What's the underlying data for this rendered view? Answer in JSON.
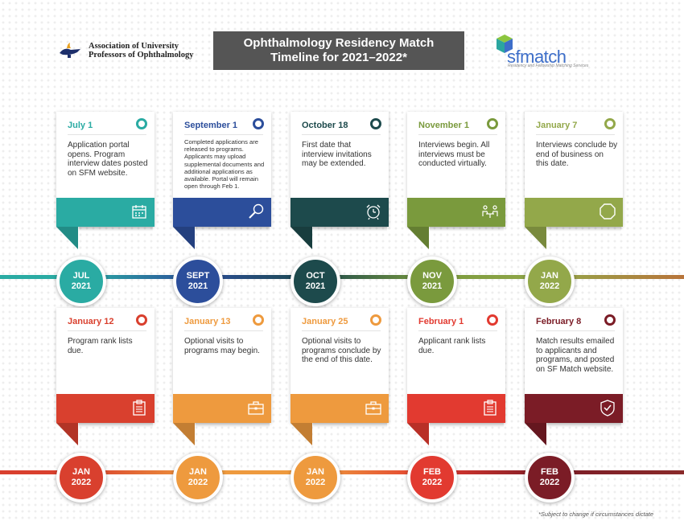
{
  "header": {
    "org_line1": "Association of University",
    "org_line2": "Professors of Ophthalmology",
    "title_line1": "Ophthalmology Residency Match",
    "title_line2": "Timeline for 2021–2022*",
    "sf_word": "sfmatch",
    "sf_tag": "Residency and Fellowship Matching Services"
  },
  "row1": [
    {
      "date": "July 1",
      "desc": "Application portal opens. Program interview dates posted on SFM website.",
      "month": "JUL",
      "year": "2021",
      "color": "#2aaba3",
      "icon": "calendar-icon",
      "small": false
    },
    {
      "date": "September 1",
      "desc": "Completed applications are released to programs. Applicants may upload supplemental documents and additional applications as available. Portal will remain open through Feb 1.",
      "month": "SEPT",
      "year": "2021",
      "color": "#2c4e9b",
      "icon": "search-icon",
      "small": true
    },
    {
      "date": "October 18",
      "desc": "First date that interview invitations may be extended.",
      "month": "OCT",
      "year": "2021",
      "color": "#1d4a4c",
      "icon": "alarm-clock-icon",
      "small": false
    },
    {
      "date": "November 1",
      "desc": "Interviews begin. All interviews must be conducted virtually.",
      "month": "NOV",
      "year": "2021",
      "color": "#7a9a3d",
      "icon": "interview-icon",
      "small": false
    },
    {
      "date": "January 7",
      "desc": "Interviews conclude by end of business on this date.",
      "month": "JAN",
      "year": "2022",
      "color": "#93a84a",
      "icon": "octagon-icon",
      "small": false
    }
  ],
  "row2": [
    {
      "date": "January 12",
      "desc": "Program rank lists due.",
      "month": "JAN",
      "year": "2022",
      "color": "#d9402e",
      "icon": "clipboard-icon",
      "small": false
    },
    {
      "date": "January 13",
      "desc": "Optional visits to programs may begin.",
      "month": "JAN",
      "year": "2022",
      "color": "#ee9a3e",
      "icon": "briefcase-icon",
      "small": false
    },
    {
      "date": "January 25",
      "desc": "Optional visits to programs conclude by the end of this date.",
      "month": "JAN",
      "year": "2022",
      "color": "#ee9a3e",
      "icon": "briefcase-icon",
      "small": false
    },
    {
      "date": "February 1",
      "desc": "Applicant rank lists due.",
      "month": "FEB",
      "year": "2022",
      "color": "#e23a30",
      "icon": "clipboard-icon",
      "small": false
    },
    {
      "date": "February 8",
      "desc": "Match results emailed to applicants and programs, and posted on SF Match website.",
      "month": "FEB",
      "year": "2022",
      "color": "#7b1c26",
      "icon": "certificate-icon",
      "small": false
    }
  ],
  "footnote": "*Subject to change if circumstances dictate"
}
